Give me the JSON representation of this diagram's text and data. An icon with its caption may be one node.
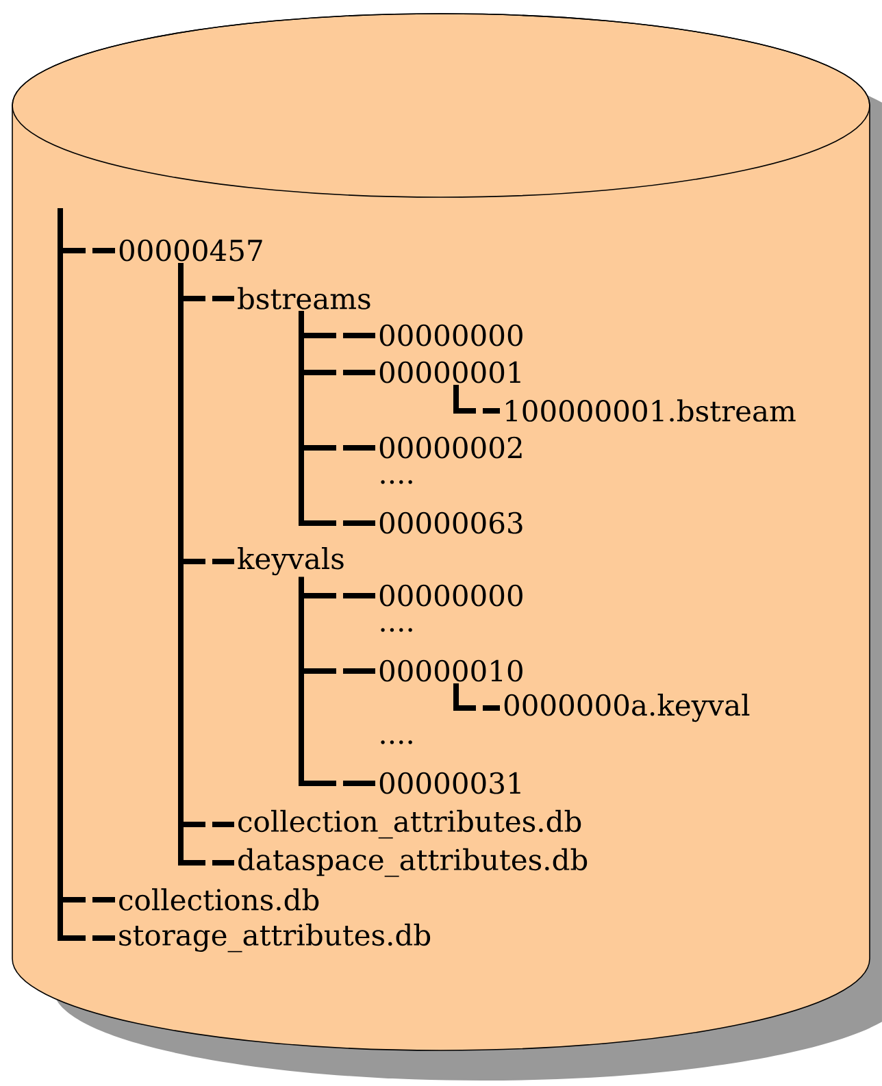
{
  "diagram": {
    "nodes": [
      {
        "text": [],
        "shape": "cylinder"
      },
      {
        "text": [
          "00000457"
        ],
        "in": 0
      },
      {
        "text": [
          "bstreams"
        ],
        "in": 0
      },
      {
        "text": [
          "00000000"
        ],
        "in": 0
      },
      {
        "text": [
          "00000001"
        ],
        "in": 0
      },
      {
        "text": [
          "100000001.bstream"
        ],
        "in": 0
      },
      {
        "text": [
          "00000002"
        ],
        "in": 0
      },
      {
        "text": [
          "00000063"
        ],
        "in": 0
      },
      {
        "text": [
          "keyvals"
        ],
        "in": 0
      },
      {
        "text": [
          "00000000"
        ],
        "in": 0
      },
      {
        "text": [
          "00000010"
        ],
        "in": 0
      },
      {
        "text": [
          "0000000a.keyval"
        ],
        "in": 0
      },
      {
        "text": [
          "00000031"
        ],
        "in": 0
      },
      {
        "text": [
          "collection_attributes.db"
        ],
        "in": 0
      },
      {
        "text": [
          "dataspace_attributes.db"
        ],
        "in": 0
      },
      {
        "text": [
          "collections.db"
        ],
        "in": 0
      },
      {
        "text": [
          "storage_attributes.db"
        ],
        "in": 0
      }
    ],
    "edges": [
      {
        "from": 0,
        "to": 1,
        "arrow": "none"
      },
      {
        "from": 1,
        "to": 2,
        "arrow": "none"
      },
      {
        "from": 2,
        "to": 3,
        "arrow": "none"
      },
      {
        "from": 2,
        "to": 4,
        "arrow": "none"
      },
      {
        "from": 4,
        "to": 5,
        "arrow": "none"
      },
      {
        "from": 2,
        "to": 6,
        "arrow": "none"
      },
      {
        "from": 2,
        "to": 7,
        "arrow": "none"
      },
      {
        "from": 1,
        "to": 8,
        "arrow": "none"
      },
      {
        "from": 8,
        "to": 9,
        "arrow": "none"
      },
      {
        "from": 8,
        "to": 10,
        "arrow": "none"
      },
      {
        "from": 10,
        "to": 11,
        "arrow": "none"
      },
      {
        "from": 8,
        "to": 12,
        "arrow": "none"
      },
      {
        "from": 1,
        "to": 13,
        "arrow": "none"
      },
      {
        "from": 1,
        "to": 14,
        "arrow": "none"
      },
      {
        "from": 0,
        "to": 15,
        "arrow": "none"
      },
      {
        "from": 0,
        "to": 16,
        "arrow": "none"
      }
    ],
    "labels": [
      "....",
      "....",
      "...."
    ]
  }
}
